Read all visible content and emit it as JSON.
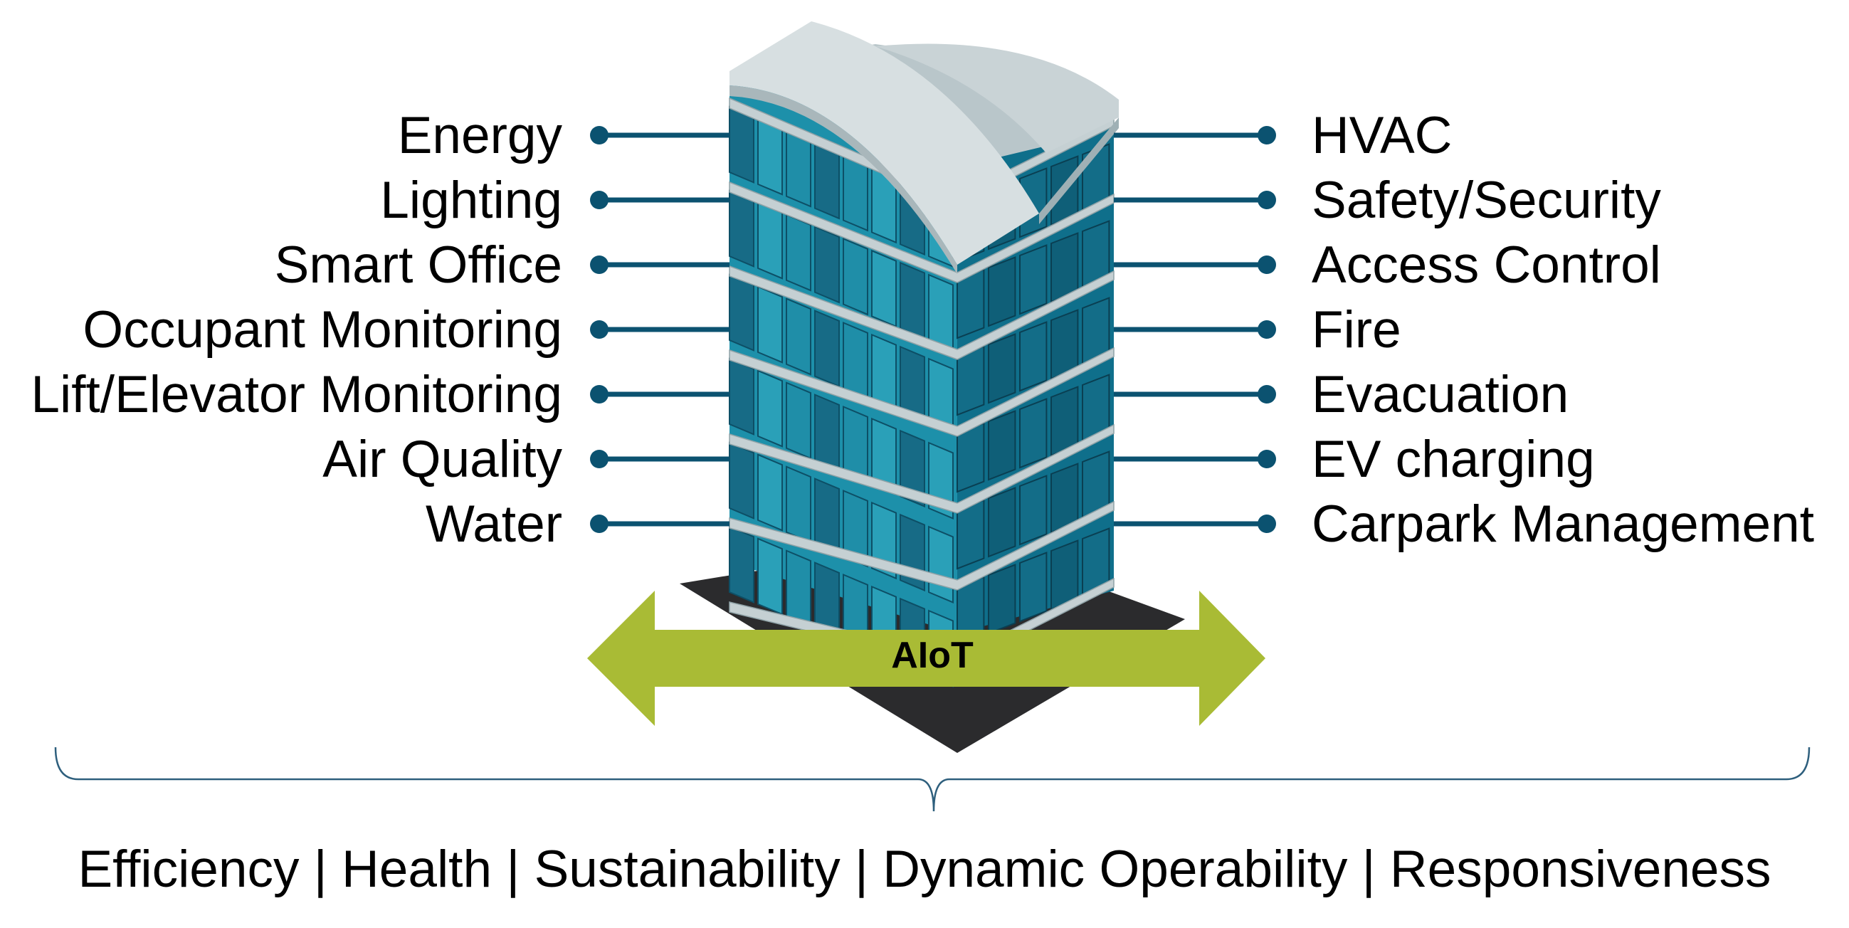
{
  "left_items": [
    {
      "label": "Energy"
    },
    {
      "label": "Lighting"
    },
    {
      "label": "Smart Office"
    },
    {
      "label": "Occupant Monitoring"
    },
    {
      "label": "Lift/Elevator Monitoring"
    },
    {
      "label": "Air Quality"
    },
    {
      "label": "Water"
    }
  ],
  "right_items": [
    {
      "label": "HVAC"
    },
    {
      "label": "Safety/Security"
    },
    {
      "label": "Access Control"
    },
    {
      "label": "Fire"
    },
    {
      "label": "Evacuation"
    },
    {
      "label": "EV charging"
    },
    {
      "label": "Carpark Management"
    }
  ],
  "center": {
    "label": "AIoT"
  },
  "outcomes": {
    "text": "Efficiency | Health | Sustainability | Dynamic Operability | Responsiveness"
  },
  "colors": {
    "connector": "#0b5270",
    "arrow": "#a9bb35",
    "brace": "#2e5f7d",
    "glass": "#1b8aa3",
    "roof": "#ccd5d8",
    "ground": "#2b2b2d"
  }
}
